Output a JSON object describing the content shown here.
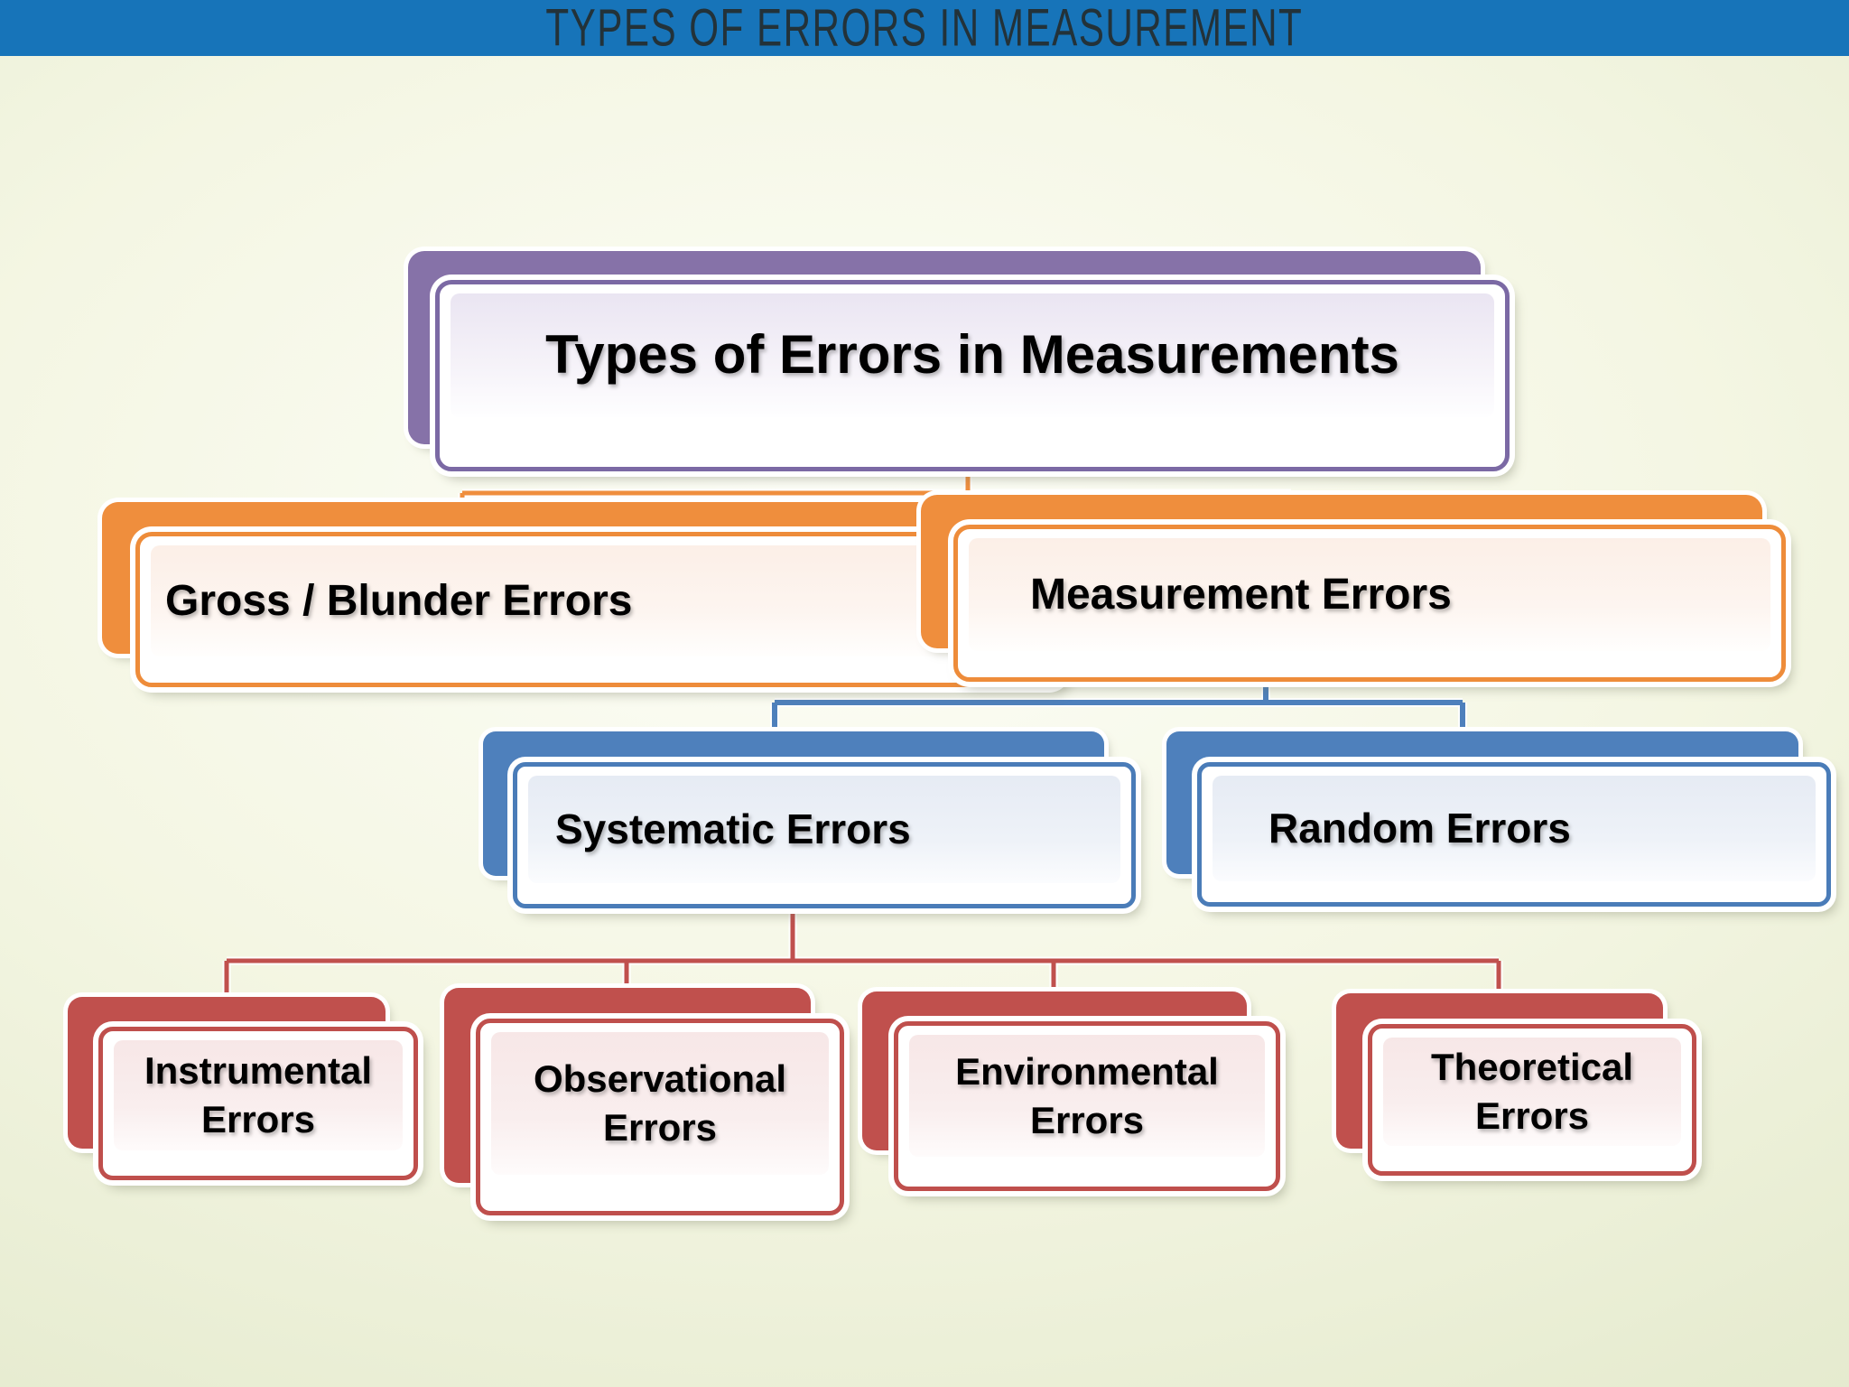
{
  "banner": {
    "title": "TYPES OF ERRORS IN MEASUREMENT"
  },
  "diagram": {
    "title": {
      "label": "Types of Errors in Measurements"
    },
    "level1": [
      {
        "label": "Gross / Blunder Errors"
      },
      {
        "label": "Measurement Errors"
      }
    ],
    "level2": [
      {
        "label": "Systematic Errors"
      },
      {
        "label": "Random Errors"
      }
    ],
    "level3": [
      {
        "label": "Instrumental Errors"
      },
      {
        "label": "Observational Errors"
      },
      {
        "label": "Environmental Errors"
      },
      {
        "label": "Theoretical Errors"
      }
    ]
  },
  "colors": {
    "banner_bg": "#1774b9",
    "banner_text": "#233239",
    "root_purple": "#8672a8",
    "branch_orange": "#ef8e3d",
    "branch_blue": "#4e80bc",
    "branch_red": "#c0504d",
    "background_center": "#fdfef8",
    "background_edge": "#dce4c5"
  }
}
